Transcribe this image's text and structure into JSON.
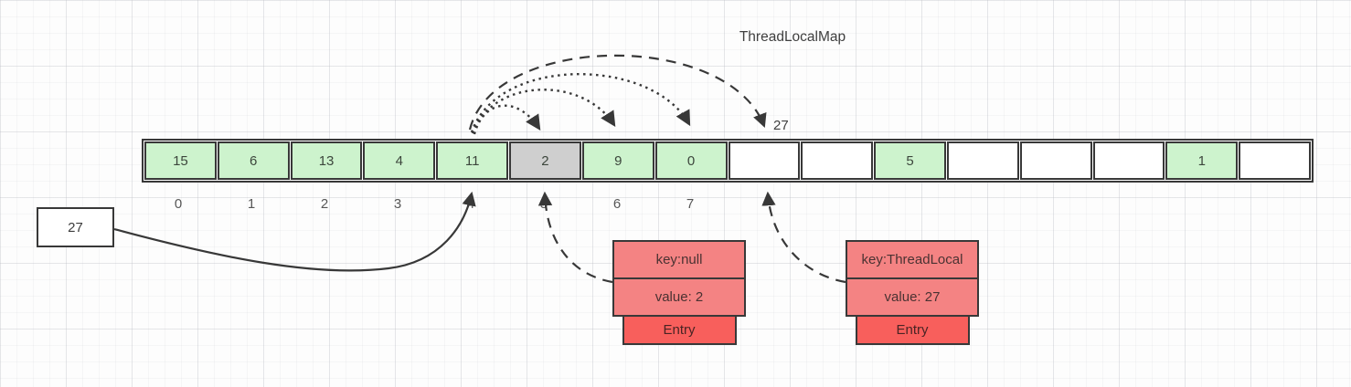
{
  "title": "ThreadLocalMap",
  "colors": {
    "line": "#383838",
    "cell-green": "#cdf3cd",
    "cell-gray": "#cfcfcf",
    "cell-empty": "#ffffff",
    "entry-pink": "#f48383",
    "entry-red": "#f85f5c"
  },
  "array": {
    "cells": [
      {
        "value": "15",
        "state": "green"
      },
      {
        "value": "6",
        "state": "green"
      },
      {
        "value": "13",
        "state": "green"
      },
      {
        "value": "4",
        "state": "green"
      },
      {
        "value": "11",
        "state": "green"
      },
      {
        "value": "2",
        "state": "gray"
      },
      {
        "value": "9",
        "state": "green"
      },
      {
        "value": "0",
        "state": "green"
      },
      {
        "value": "",
        "state": "empty"
      },
      {
        "value": "",
        "state": "empty"
      },
      {
        "value": "5",
        "state": "green"
      },
      {
        "value": "",
        "state": "empty"
      },
      {
        "value": "",
        "state": "empty"
      },
      {
        "value": "",
        "state": "empty"
      },
      {
        "value": "1",
        "state": "green"
      },
      {
        "value": "",
        "state": "empty"
      }
    ],
    "indices": [
      "0",
      "1",
      "2",
      "3",
      "4",
      "5",
      "6",
      "7"
    ]
  },
  "incoming_value_box": {
    "label": "27"
  },
  "probe_landing_label": "27",
  "entries": [
    {
      "key": "key:null",
      "value": "value: 2",
      "type": "Entry"
    },
    {
      "key": "key:ThreadLocal",
      "value": "value: 27",
      "type": "Entry"
    }
  ]
}
